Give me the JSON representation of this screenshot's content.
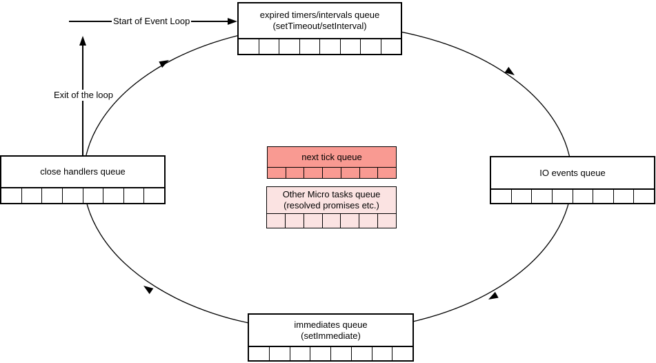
{
  "colors": {
    "stroke": "#000000",
    "box_fill": "#ffffff",
    "next_tick_fill": "#f99a92",
    "micro_fill": "#fbe3e2"
  },
  "arrows": {
    "start_label": "Start of Event Loop",
    "exit_label": "Exit of the loop"
  },
  "queues": {
    "timers": {
      "line1": "expired timers/intervals queue",
      "line2": "(setTimeout/setInterval)",
      "cells": 8
    },
    "io": {
      "line1": "IO events queue",
      "cells": 8
    },
    "immediates": {
      "line1": "immediates queue",
      "line2": "(setImmediate)",
      "cells": 8
    },
    "close": {
      "line1": "close handlers queue",
      "cells": 8
    },
    "next_tick": {
      "line1": "next tick queue",
      "cells": 7
    },
    "micro": {
      "line1": "Other Micro tasks queue",
      "line2": "(resolved promises etc.)",
      "cells": 7
    }
  }
}
